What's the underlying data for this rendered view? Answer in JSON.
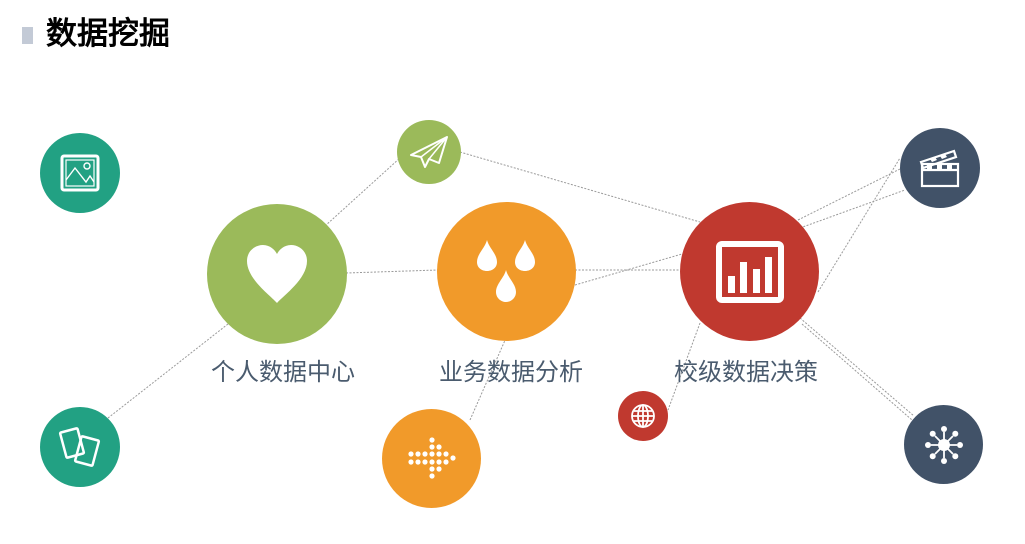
{
  "header": {
    "title": "数据挖掘",
    "accent_color": "#c3cad6"
  },
  "colors": {
    "teal": "#22a183",
    "green": "#9bba5a",
    "orange": "#f19a2a",
    "red": "#c0392f",
    "navy": "#415268",
    "label_text": "#4a5b6e",
    "connector": "#9a9a9a"
  },
  "main_nodes": [
    {
      "id": "personal",
      "label": "个人数据中心",
      "icon": "heart-icon",
      "color": "#9bba5a"
    },
    {
      "id": "business",
      "label": "业务数据分析",
      "icon": "water-drops-icon",
      "color": "#f19a2a"
    },
    {
      "id": "school",
      "label": "校级数据决策",
      "icon": "bar-chart-icon",
      "color": "#c0392f"
    }
  ],
  "satellite_nodes": [
    {
      "id": "image",
      "icon": "picture-icon",
      "color": "#22a183"
    },
    {
      "id": "send",
      "icon": "paper-plane-icon",
      "color": "#9bba5a"
    },
    {
      "id": "tablets",
      "icon": "cards-icon",
      "color": "#22a183"
    },
    {
      "id": "arrow",
      "icon": "dotted-arrow-icon",
      "color": "#f19a2a"
    },
    {
      "id": "globe",
      "icon": "globe-icon",
      "color": "#c0392f"
    },
    {
      "id": "clapper",
      "icon": "clapperboard-icon",
      "color": "#415268"
    },
    {
      "id": "network",
      "icon": "network-hub-icon",
      "color": "#415268"
    }
  ]
}
